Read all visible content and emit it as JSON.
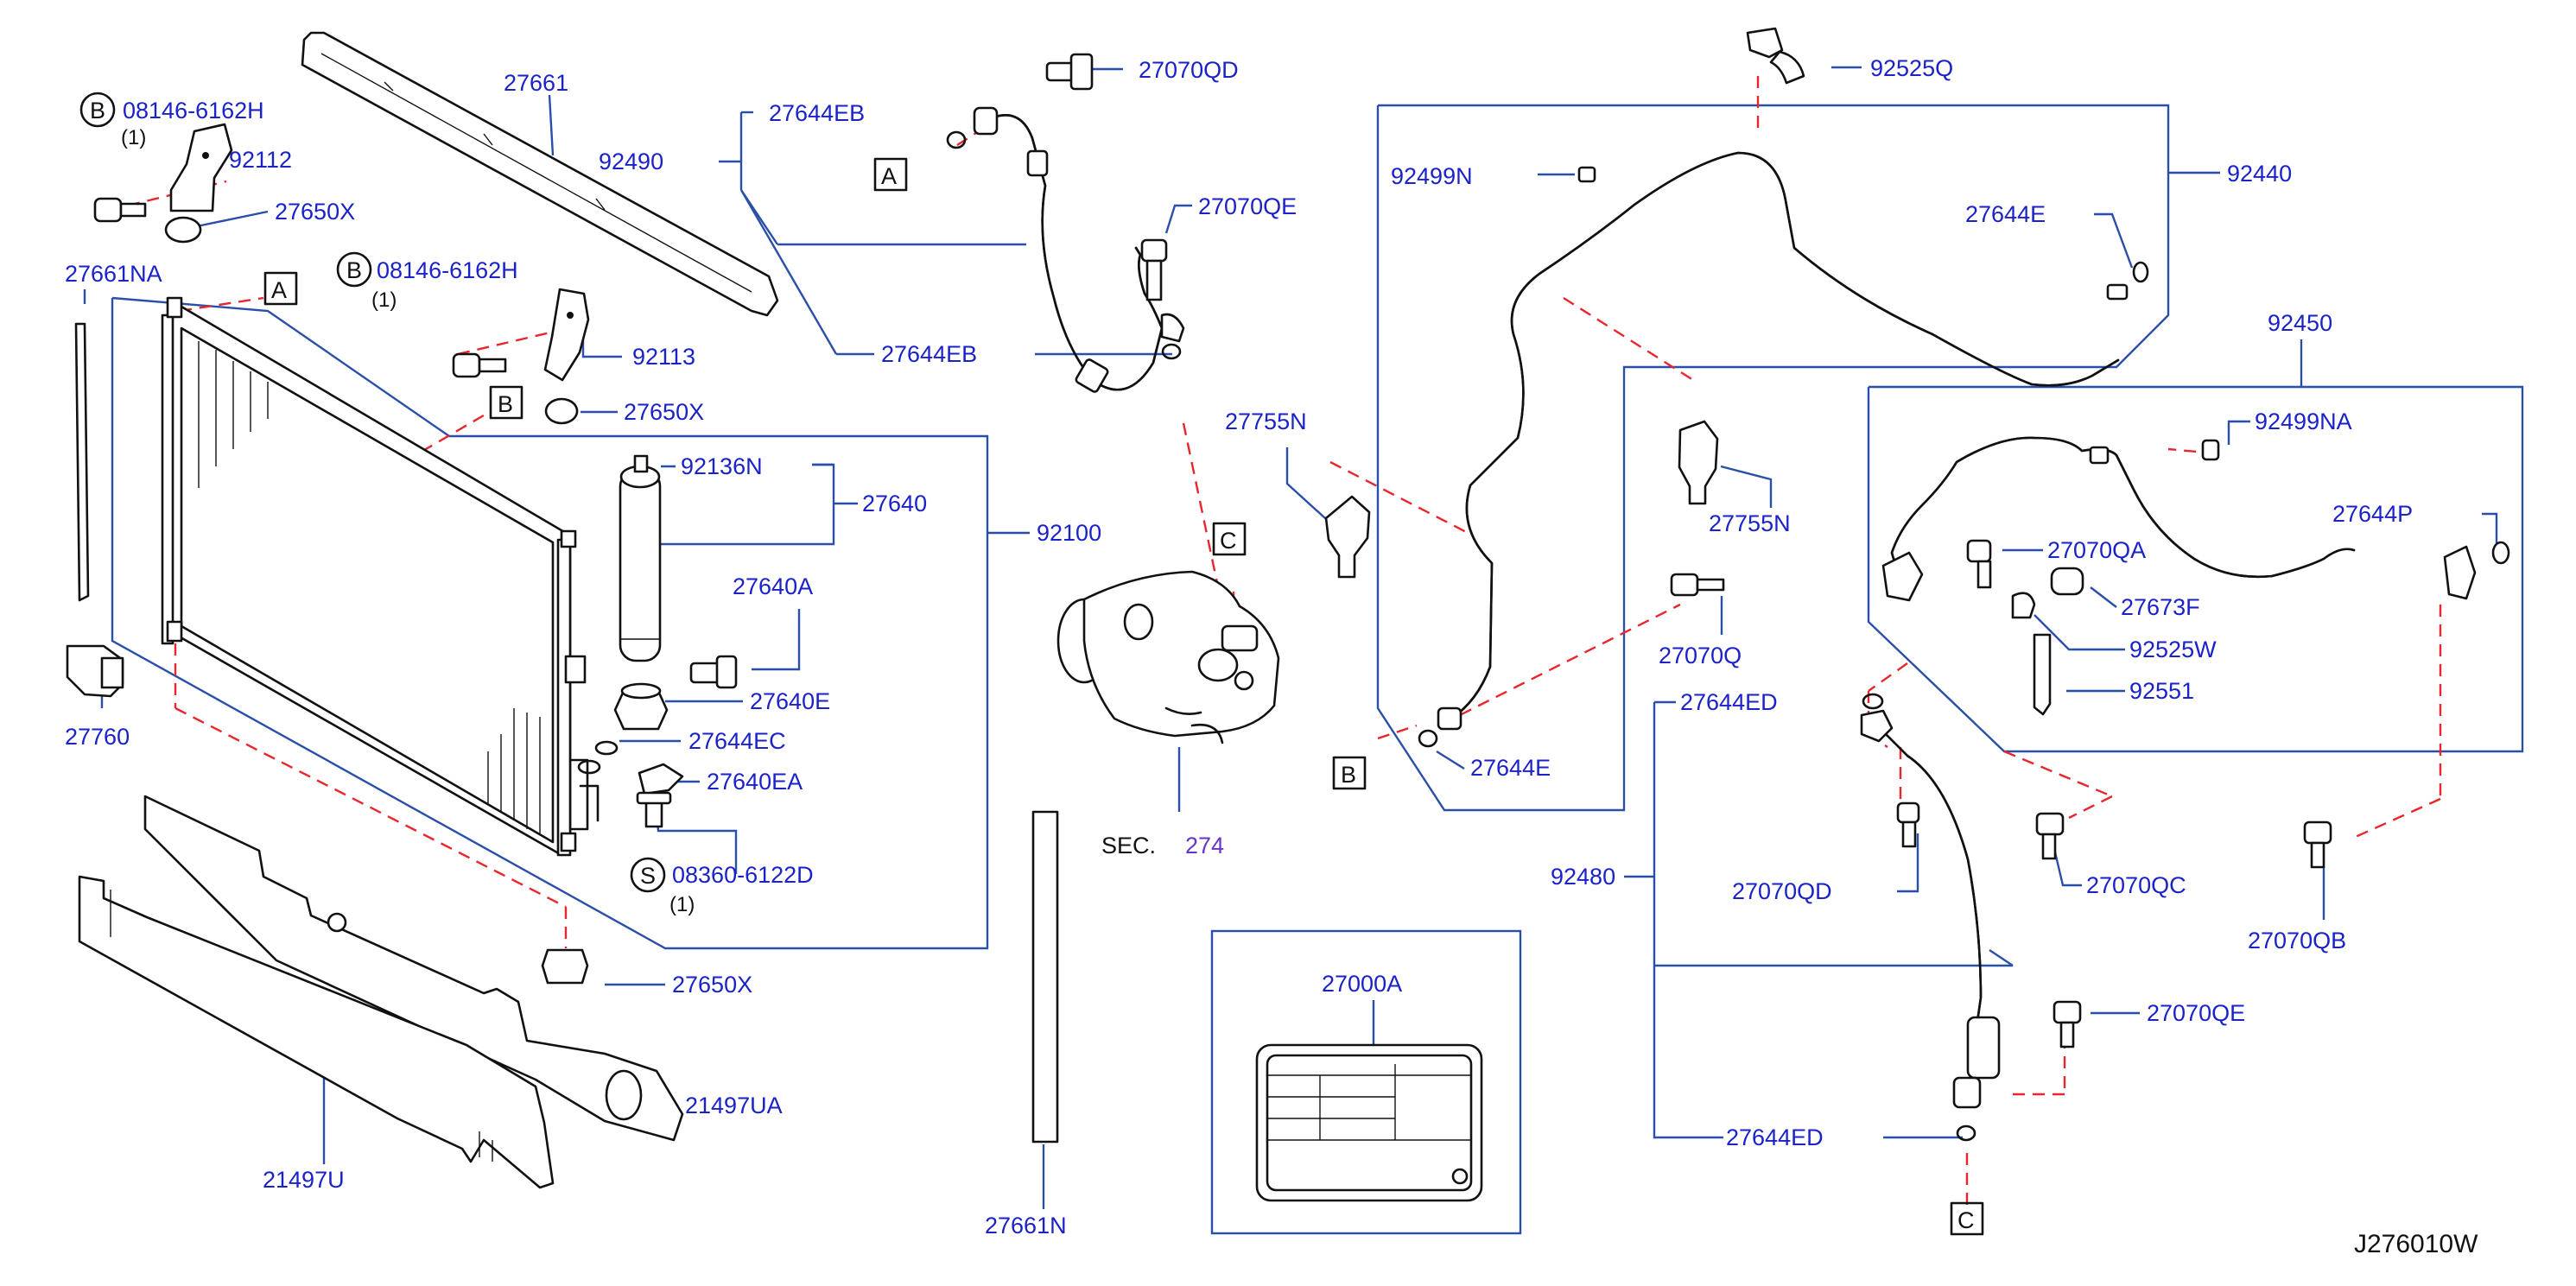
{
  "diagram_id": "J276010W",
  "ref_letters": {
    "a": "A",
    "b": "B",
    "c": "C",
    "s": "S"
  },
  "sec": {
    "prefix": "SEC.",
    "number": "274"
  },
  "qty_one": "(1)",
  "parts": {
    "p27661": "27661",
    "p92490": "92490",
    "p27644EB_top": "27644EB",
    "p27070QD_top": "27070QD",
    "p92525Q": "92525Q",
    "p08146_a": "08146-6162H",
    "p92112": "92112",
    "p27650X_a": "27650X",
    "p27661NA": "27661NA",
    "p08146_b": "08146-6162H",
    "p92113": "92113",
    "p27650X_b": "27650X",
    "p27070QE_top": "27070QE",
    "p27644EB_mid": "27644EB",
    "p92499N": "92499N",
    "p92440": "92440",
    "p27644E_top": "27644E",
    "p92450": "92450",
    "p27755N_left": "27755N",
    "p92136N": "92136N",
    "p27640": "27640",
    "p92100": "92100",
    "p27755N_right": "27755N",
    "p92499NA": "92499NA",
    "p27644P": "27644P",
    "p27070QA": "27070QA",
    "p27673F": "27673F",
    "p27640A": "27640A",
    "p27070Q": "27070Q",
    "p92525W": "92525W",
    "p92551": "92551",
    "p27640E": "27640E",
    "p27644EC": "27644EC",
    "p27640EA": "27640EA",
    "p27644E_bot": "27644E",
    "p27644ED_top": "27644ED",
    "p27760": "27760",
    "p08360": "08360-6122D",
    "p92480": "92480",
    "p27070QD_bot": "27070QD",
    "p27070QC": "27070QC",
    "p27070QB": "27070QB",
    "p27650X_c": "27650X",
    "p27000A": "27000A",
    "p27070QE_bot": "27070QE",
    "p21497UA": "21497UA",
    "p21497U": "21497U",
    "p27644ED_bot": "27644ED",
    "p27661N": "27661N"
  }
}
